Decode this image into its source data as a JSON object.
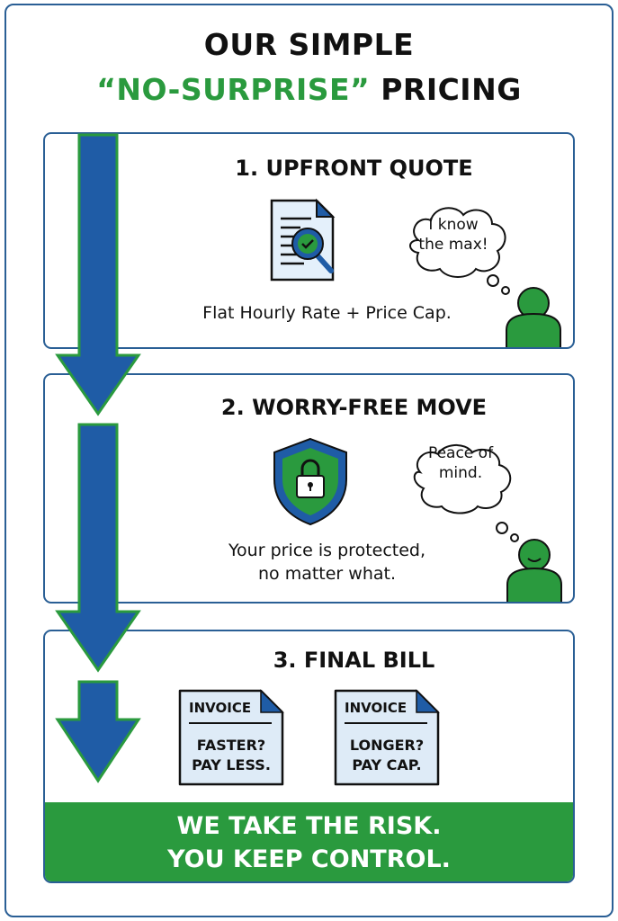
{
  "title": {
    "line1": "OUR SIMPLE",
    "line2_highlight": "“NO-SURPRISE”",
    "line2_rest": "PRICING"
  },
  "steps": [
    {
      "heading": "1. UPFRONT QUOTE",
      "caption": "Flat Hourly Rate + Price Cap.",
      "thought": [
        "I know",
        "the max!"
      ],
      "icon": "document-magnifier-check-icon"
    },
    {
      "heading": "2. WORRY-FREE MOVE",
      "caption": [
        "Your price is protected,",
        "no matter what."
      ],
      "thought": [
        "Peace of",
        "mind."
      ],
      "icon": "shield-lock-icon"
    },
    {
      "heading": "3. FINAL BILL",
      "invoices": [
        {
          "label": "INVOICE",
          "text": [
            "FASTER?",
            "PAY LESS."
          ]
        },
        {
          "label": "INVOICE",
          "text": [
            "LONGER?",
            "PAY CAP."
          ]
        }
      ]
    }
  ],
  "banner": [
    "WE TAKE THE RISK.",
    "YOU KEEP CONTROL."
  ],
  "colors": {
    "blue": "#1f5ca6",
    "green": "#2a9a3e",
    "border": "#2a5f95"
  }
}
